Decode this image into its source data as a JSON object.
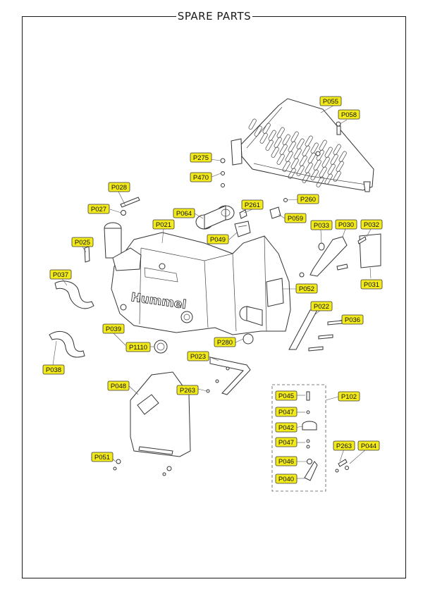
{
  "title": "SPARE PARTS",
  "brand_text": "Hummel",
  "colors": {
    "callout_fill": "#f2ea1b",
    "line": "#333333"
  },
  "callouts": [
    {
      "id": "P055",
      "label": "P055"
    },
    {
      "id": "P058",
      "label": "P058"
    },
    {
      "id": "P275",
      "label": "P275"
    },
    {
      "id": "P470",
      "label": "P470"
    },
    {
      "id": "P260",
      "label": "P260"
    },
    {
      "id": "P028",
      "label": "P028"
    },
    {
      "id": "P027",
      "label": "P027"
    },
    {
      "id": "P261",
      "label": "P261"
    },
    {
      "id": "P064",
      "label": "P064"
    },
    {
      "id": "P059",
      "label": "P059"
    },
    {
      "id": "P021",
      "label": "P021"
    },
    {
      "id": "P033",
      "label": "P033"
    },
    {
      "id": "P030",
      "label": "P030"
    },
    {
      "id": "P032",
      "label": "P032"
    },
    {
      "id": "P049",
      "label": "P049"
    },
    {
      "id": "P025",
      "label": "P025"
    },
    {
      "id": "P031",
      "label": "P031"
    },
    {
      "id": "P037",
      "label": "P037"
    },
    {
      "id": "P052",
      "label": "P052"
    },
    {
      "id": "P022",
      "label": "P022"
    },
    {
      "id": "P036",
      "label": "P036"
    },
    {
      "id": "P039",
      "label": "P039"
    },
    {
      "id": "P1110",
      "label": "P1110"
    },
    {
      "id": "P280",
      "label": "P280"
    },
    {
      "id": "P038",
      "label": "P038"
    },
    {
      "id": "P023",
      "label": "P023"
    },
    {
      "id": "P048",
      "label": "P048"
    },
    {
      "id": "P263a",
      "label": "P263"
    },
    {
      "id": "P045",
      "label": "P045"
    },
    {
      "id": "P102",
      "label": "P102"
    },
    {
      "id": "P047a",
      "label": "P047"
    },
    {
      "id": "P042",
      "label": "P042"
    },
    {
      "id": "P047b",
      "label": "P047"
    },
    {
      "id": "P263b",
      "label": "P263"
    },
    {
      "id": "P044",
      "label": "P044"
    },
    {
      "id": "P051",
      "label": "P051"
    },
    {
      "id": "P046",
      "label": "P046"
    },
    {
      "id": "P040",
      "label": "P040"
    }
  ]
}
